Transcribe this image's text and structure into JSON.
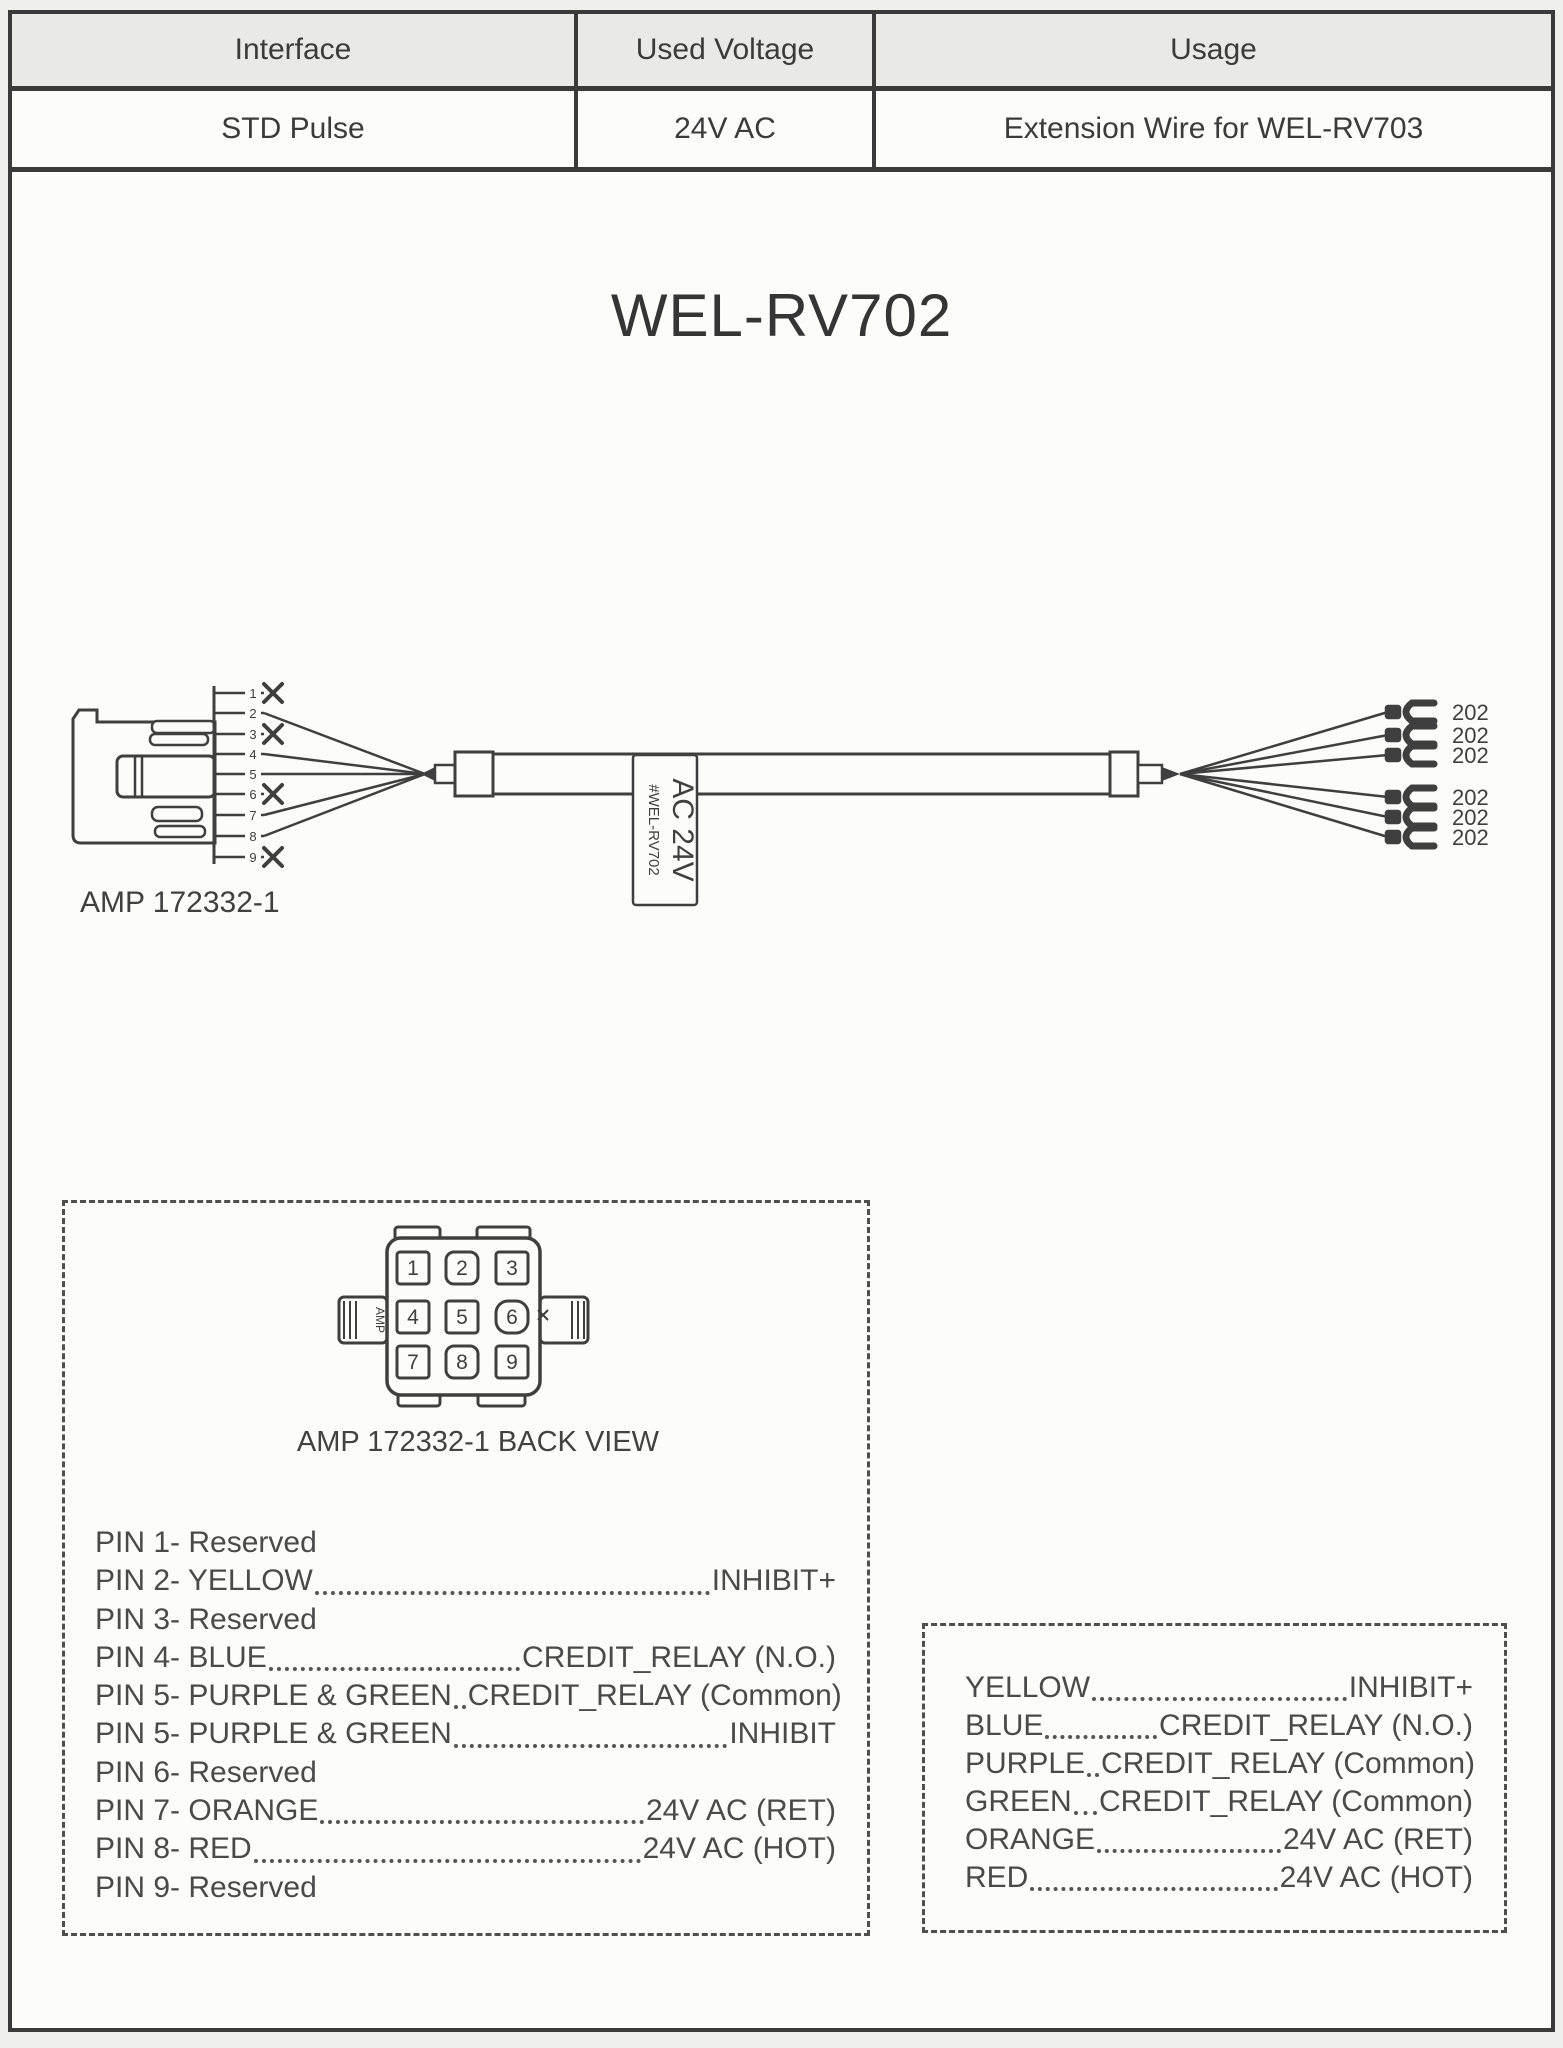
{
  "spec_table": {
    "headers": [
      "Interface",
      "Used Voltage",
      "Usage"
    ],
    "row": [
      "STD Pulse",
      "24V AC",
      "Extension Wire for WEL-RV703"
    ]
  },
  "title": "WEL-RV702",
  "diagram": {
    "connector_label": "AMP 172332-1",
    "tag_line1": "AC 24V",
    "tag_line2": "#WEL-RV702",
    "pin_numbers": [
      "1",
      "2",
      "3",
      "4",
      "5",
      "6",
      "7",
      "8",
      "9"
    ],
    "reserved_pins": [
      1,
      3,
      6,
      9
    ],
    "terminal_labels": [
      "202",
      "202",
      "202",
      "202",
      "202",
      "202"
    ]
  },
  "back_view": {
    "caption": "AMP 172332-1 BACK VIEW",
    "cells": [
      "1",
      "2",
      "3",
      "4",
      "5",
      "6",
      "7",
      "8",
      "9"
    ],
    "side_text": "AMP"
  },
  "pin_assignments": [
    {
      "pin": "PIN 1- Reserved",
      "signal": ""
    },
    {
      "pin": "PIN 2- YELLOW",
      "signal": "INHIBIT+"
    },
    {
      "pin": "PIN 3- Reserved",
      "signal": ""
    },
    {
      "pin": "PIN 4- BLUE",
      "signal": "CREDIT_RELAY (N.O.)"
    },
    {
      "pin": "PIN 5- PURPLE & GREEN",
      "signal": "CREDIT_RELAY (Common)"
    },
    {
      "pin": "PIN 5- PURPLE & GREEN",
      "signal": "INHIBIT"
    },
    {
      "pin": "PIN 6- Reserved",
      "signal": ""
    },
    {
      "pin": "PIN 7- ORANGE",
      "signal": "24V AC (RET)"
    },
    {
      "pin": "PIN 8- RED",
      "signal": "24V AC (HOT)"
    },
    {
      "pin": "PIN 9- Reserved",
      "signal": ""
    }
  ],
  "wire_assignments": [
    {
      "wire": "YELLOW",
      "signal": "INHIBIT+"
    },
    {
      "wire": "BLUE",
      "signal": "CREDIT_RELAY (N.O.)"
    },
    {
      "wire": "PURPLE",
      "signal": "CREDIT_RELAY (Common)"
    },
    {
      "wire": "GREEN",
      "signal": "CREDIT_RELAY (Common)"
    },
    {
      "wire": "ORANGE",
      "signal": "24V AC (RET)"
    },
    {
      "wire": "RED",
      "signal": "24V AC (HOT)"
    }
  ],
  "colors": {
    "ink": "#3f3f3f",
    "paper": "#fcfcfb",
    "header_bg": "#e9e9e7"
  }
}
